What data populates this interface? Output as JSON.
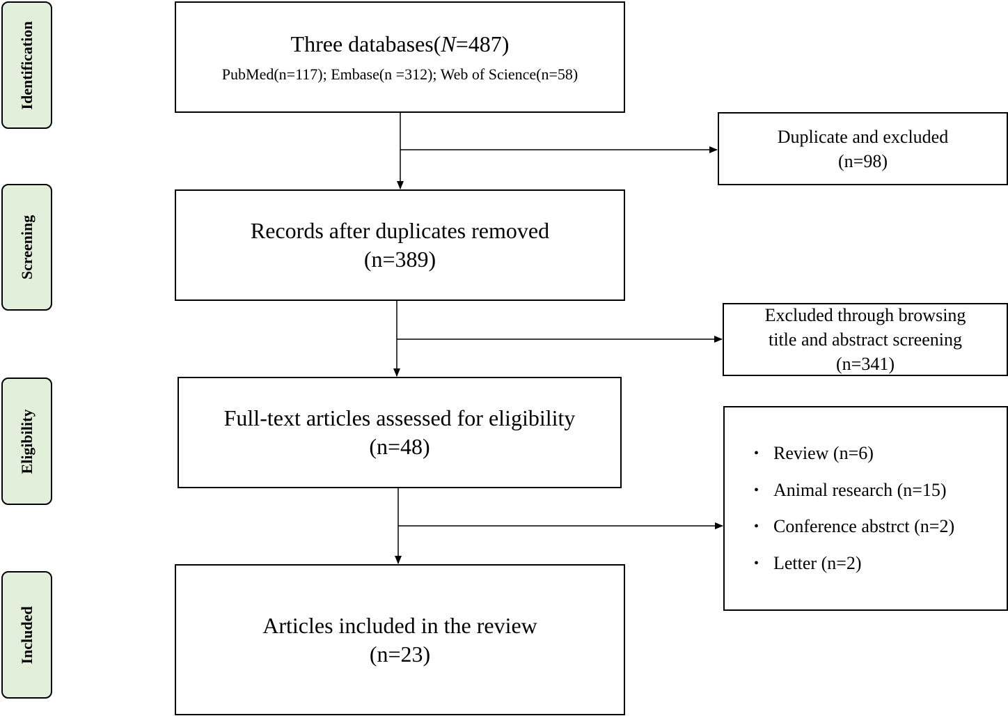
{
  "stages": {
    "identification": "Identification",
    "screening": "Screening",
    "eligibility": "Eligibility",
    "included": "Included"
  },
  "databases": {
    "title_prefix": "Three databases(",
    "title_var": "N",
    "title_suffix": "=487)",
    "detail": "PubMed(n=117); Embase(n =312); Web of Science(n=58)"
  },
  "duplicates": {
    "line1": "Duplicate and excluded",
    "line2": "(n=98)"
  },
  "after_duplicates": {
    "line1": "Records after duplicates removed",
    "line2": "(n=389)"
  },
  "title_abstract_excluded": {
    "line1": "Excluded through browsing",
    "line2": "title and abstract screening",
    "line3": "(n=341)"
  },
  "full_text": {
    "line1": "Full-text articles assessed for eligibility",
    "line2": "(n=48)"
  },
  "full_text_excluded": {
    "items": [
      "Review (n=6)",
      "Animal research (n=15)",
      "Conference abstrct (n=2)",
      "Letter (n=2)"
    ]
  },
  "included": {
    "line1": "Articles included in the review",
    "line2": "(n=23)"
  }
}
